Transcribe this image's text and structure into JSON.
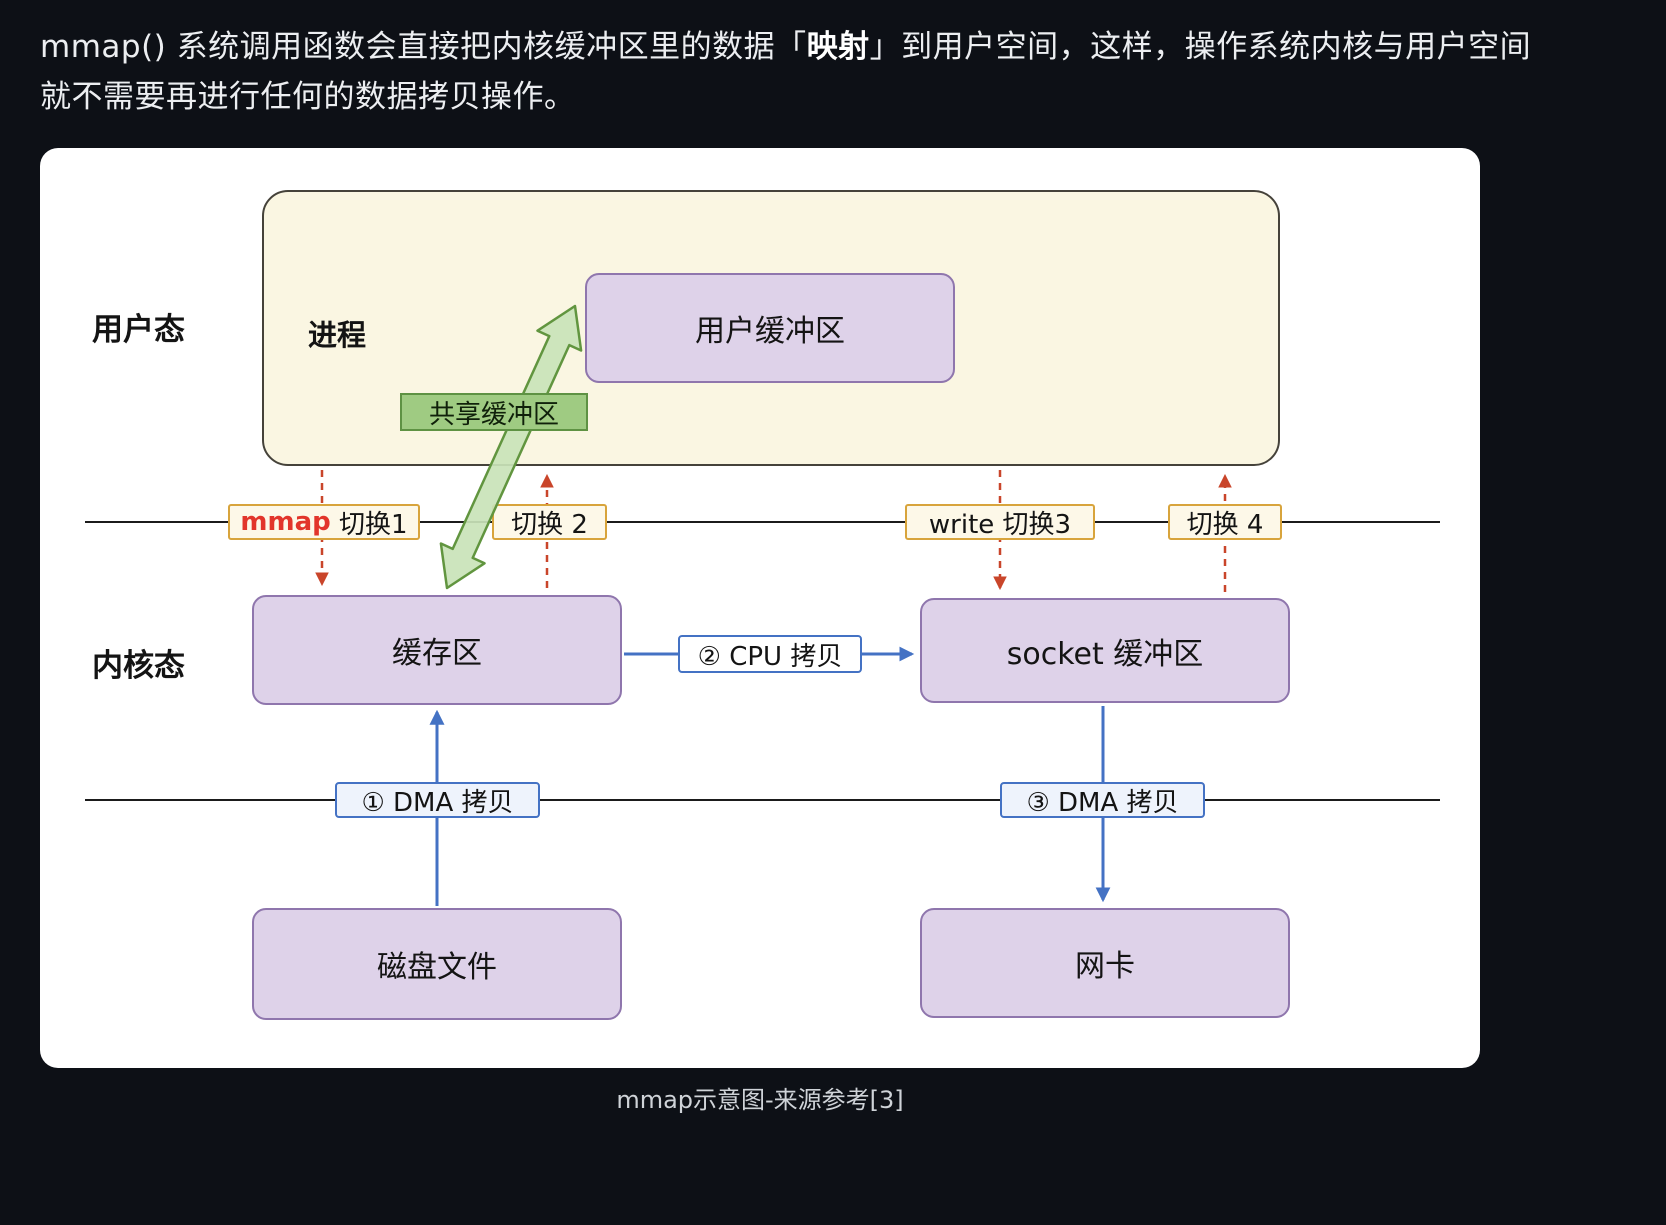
{
  "page": {
    "intro_before": "mmap() 系统调用函数会直接把内核缓冲区里的数据「",
    "intro_bold": "映射",
    "intro_after": "」到用户空间，这样，操作系统内核与用户空间就不需要再进行任何的数据拷贝操作。",
    "caption": "mmap示意图-来源参考[3]"
  },
  "diagram": {
    "user_mode": "用户态",
    "kernel_mode": "内核态",
    "process": "进程",
    "user_buffer": "用户缓冲区",
    "shared_buffer": "共享缓冲区",
    "kernel_buffer": "缓存区",
    "socket_buffer": "socket 缓冲区",
    "disk_file": "磁盘文件",
    "nic": "网卡",
    "switches": [
      {
        "red": "mmap",
        "text": " 切换1"
      },
      {
        "red": "",
        "text": "切换 2"
      },
      {
        "red": "",
        "text": "write 切换3"
      },
      {
        "red": "",
        "text": "切换 4"
      }
    ],
    "cpu_copy": "② CPU 拷贝",
    "dma_copy_left": "① DMA 拷贝",
    "dma_copy_right": "③ DMA 拷贝",
    "colors": {
      "page_bg": "#0d1016",
      "panel_bg": "#ffffff",
      "purple_fill": "#ded2e9",
      "purple_border": "#8f76ad",
      "cream_fill": "#faf6e2",
      "green_fill": "#9fcb82",
      "green_border": "#5e9243",
      "switch_fill": "#fdf8e8",
      "switch_border": "#d8a43c",
      "arrow_blue": "#4472c4",
      "arrow_red": "#c9452a",
      "mmap_red": "#e2352b"
    }
  }
}
